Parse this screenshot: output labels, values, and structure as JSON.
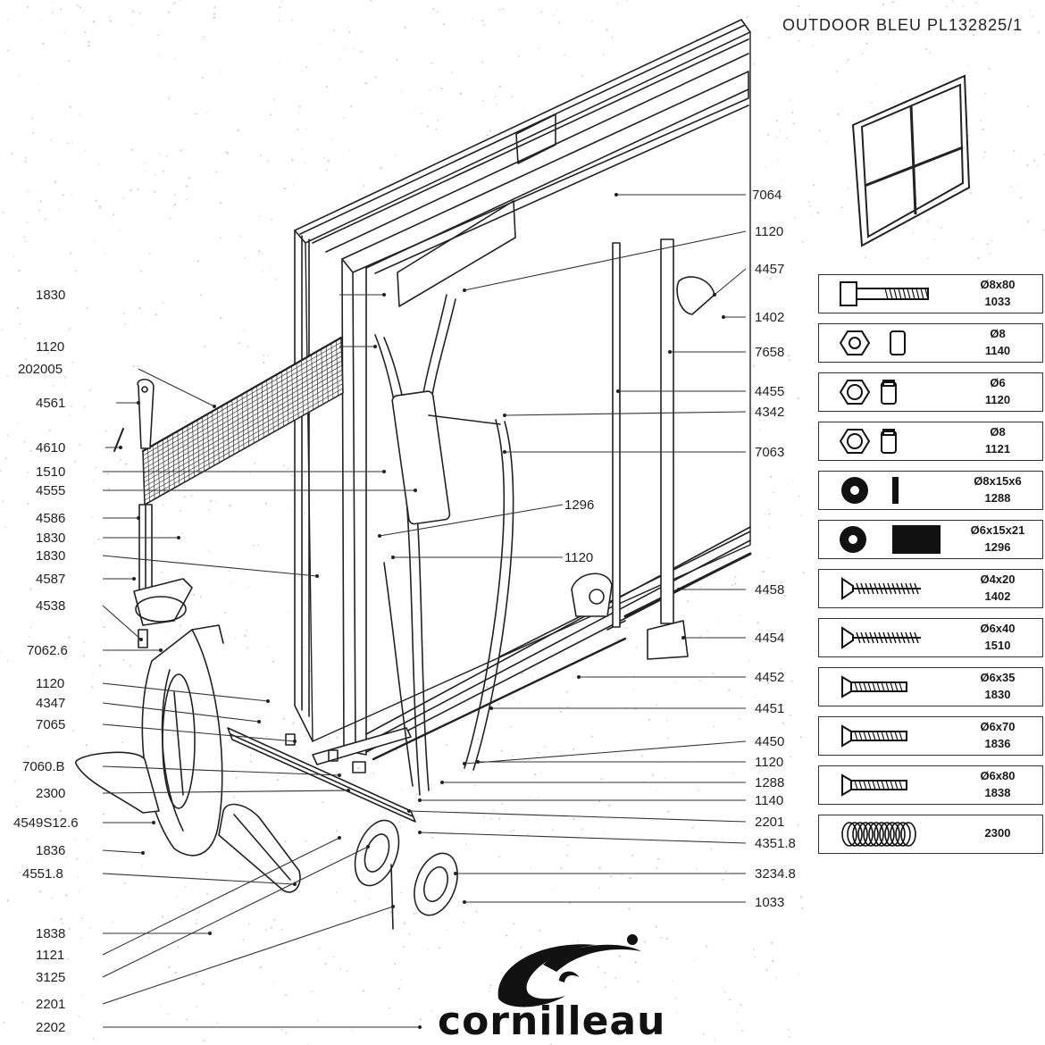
{
  "header": {
    "title": "OUTDOOR  BLEU  PL132825/1"
  },
  "brand": {
    "name": "cornilleau",
    "logo_icon": "cornilleau-logo-icon"
  },
  "callouts_left": [
    {
      "id": "l1",
      "label": "1830"
    },
    {
      "id": "l2",
      "label": "1120"
    },
    {
      "id": "l3",
      "label": "202005"
    },
    {
      "id": "l4",
      "label": "4561"
    },
    {
      "id": "l5",
      "label": "4610"
    },
    {
      "id": "l6",
      "label": "1510"
    },
    {
      "id": "l7",
      "label": "4555"
    },
    {
      "id": "l8",
      "label": "4586"
    },
    {
      "id": "l9",
      "label": "1830"
    },
    {
      "id": "l10",
      "label": "1830"
    },
    {
      "id": "l11",
      "label": "4587"
    },
    {
      "id": "l12",
      "label": "4538"
    },
    {
      "id": "l13",
      "label": "7062.6"
    },
    {
      "id": "l14",
      "label": "1120"
    },
    {
      "id": "l15",
      "label": "4347"
    },
    {
      "id": "l16",
      "label": "7065"
    },
    {
      "id": "l17",
      "label": "7060.B"
    },
    {
      "id": "l18",
      "label": "2300"
    },
    {
      "id": "l19",
      "label": "4549S12.6"
    },
    {
      "id": "l20",
      "label": "1836"
    },
    {
      "id": "l21",
      "label": "4551.8"
    },
    {
      "id": "l22",
      "label": "1838"
    },
    {
      "id": "l23",
      "label": "1121"
    },
    {
      "id": "l24",
      "label": "3125"
    },
    {
      "id": "l25",
      "label": "2201"
    },
    {
      "id": "l26",
      "label": "2202"
    }
  ],
  "callouts_right": [
    {
      "id": "r1",
      "label": "7064"
    },
    {
      "id": "r2",
      "label": "1120"
    },
    {
      "id": "r3",
      "label": "4457"
    },
    {
      "id": "r4",
      "label": "1402"
    },
    {
      "id": "r5",
      "label": "7658"
    },
    {
      "id": "r6",
      "label": "4455"
    },
    {
      "id": "r7",
      "label": "4342"
    },
    {
      "id": "r8",
      "label": "7063"
    },
    {
      "id": "r9",
      "label": "4458"
    },
    {
      "id": "r10",
      "label": "4454"
    },
    {
      "id": "r11",
      "label": "4452"
    },
    {
      "id": "r12",
      "label": "4451"
    },
    {
      "id": "r13",
      "label": "4450"
    },
    {
      "id": "r14",
      "label": "1120"
    },
    {
      "id": "r15",
      "label": "1288"
    },
    {
      "id": "r16",
      "label": "1140"
    },
    {
      "id": "r17",
      "label": "2201"
    },
    {
      "id": "r18",
      "label": "4351.8"
    },
    {
      "id": "r19",
      "label": "3234.8"
    },
    {
      "id": "r20",
      "label": "1033"
    }
  ],
  "callouts_center": [
    {
      "id": "c1",
      "label": "1296"
    },
    {
      "id": "c2",
      "label": "1120"
    }
  ],
  "legend": [
    {
      "spec": "Ø8x80",
      "code": "1033",
      "icon": "hex-bolt-icon"
    },
    {
      "spec": "Ø8",
      "code": "1140",
      "icon": "hex-nut-icon"
    },
    {
      "spec": "Ø6",
      "code": "1120",
      "icon": "lock-nut-icon"
    },
    {
      "spec": "Ø8",
      "code": "1121",
      "icon": "lock-nut-icon"
    },
    {
      "spec": "Ø8x15x6",
      "code": "1288",
      "icon": "washer-icon"
    },
    {
      "spec": "Ø6x15x21",
      "code": "1296",
      "icon": "spacer-icon"
    },
    {
      "spec": "Ø4x20",
      "code": "1402",
      "icon": "wood-screw-icon"
    },
    {
      "spec": "Ø6x40",
      "code": "1510",
      "icon": "wood-screw-icon"
    },
    {
      "spec": "Ø6x35",
      "code": "1830",
      "icon": "countersunk-screw-icon"
    },
    {
      "spec": "Ø6x70",
      "code": "1836",
      "icon": "countersunk-screw-icon"
    },
    {
      "spec": "Ø6x80",
      "code": "1838",
      "icon": "countersunk-screw-icon"
    },
    {
      "spec": "",
      "code": "2300",
      "icon": "spring-clip-icon"
    }
  ]
}
